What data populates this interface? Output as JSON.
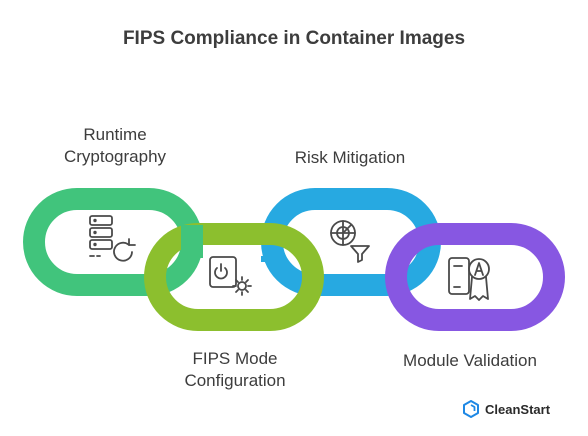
{
  "title": "FIPS Compliance in Container Images",
  "links": [
    {
      "id": "runtime",
      "lines": [
        "Runtime",
        "Cryptography"
      ],
      "icon": "server-refresh-icon",
      "color": "#41c47c"
    },
    {
      "id": "fips",
      "lines": [
        "FIPS Mode",
        "Configuration"
      ],
      "icon": "settings-gear-icon",
      "color": "#8cbf2e"
    },
    {
      "id": "risk",
      "lines": [
        "Risk Mitigation"
      ],
      "icon": "radar-filter-icon",
      "color": "#27a9e1"
    },
    {
      "id": "module",
      "lines": [
        "Module Validation"
      ],
      "icon": "certificate-badge-icon",
      "color": "#8757e2"
    }
  ],
  "brand": {
    "name": "CleanStart",
    "color": "#1e88e5"
  }
}
